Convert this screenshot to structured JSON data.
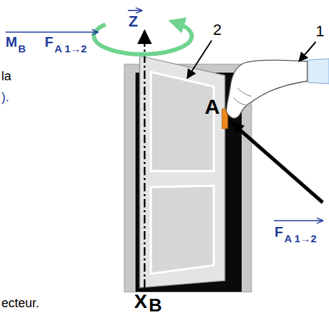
{
  "diagram": {
    "labels": [
      "M",
      "B",
      "F",
      "A 1→2",
      "Z",
      "2",
      "1",
      "A",
      "F",
      "A 1→2",
      "X",
      "B",
      "la",
      ").",
      "ecteur."
    ]
  }
}
